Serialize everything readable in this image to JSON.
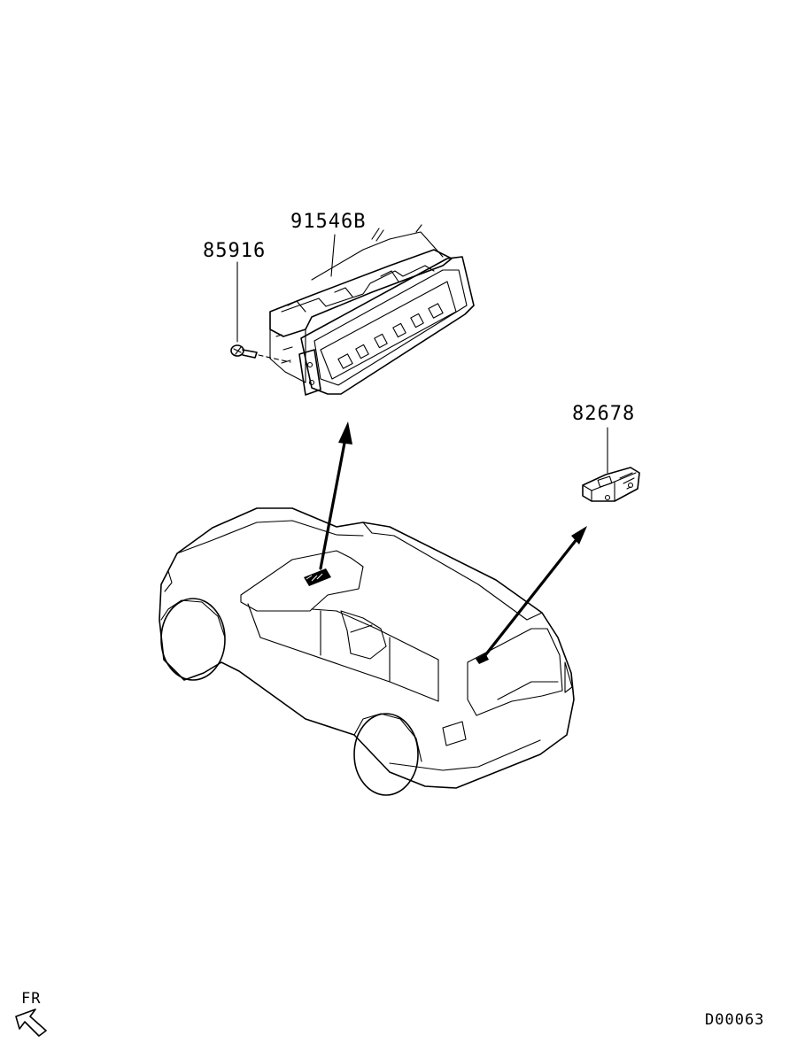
{
  "diagram": {
    "parts": [
      {
        "part_number": "91546B",
        "depicts": "rear-ac-control-panel"
      },
      {
        "part_number": "85916",
        "depicts": "screw"
      },
      {
        "part_number": "82678",
        "depicts": "switch"
      }
    ],
    "direction_label": "FR",
    "diagram_code": "D00063"
  }
}
